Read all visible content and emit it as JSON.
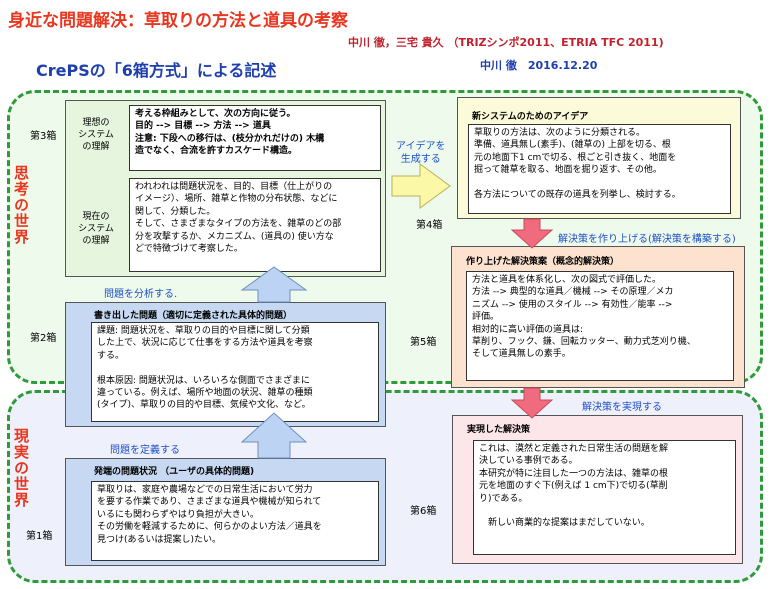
{
  "header": {
    "title": "身近な問題解決：草取りの方法と道具の考察",
    "authors": "中川 徹，三宅 貴久 （TRIZシンポ2011、ETRIA TFC 2011)",
    "subtitle": "CrePSの「6箱方式」による記述",
    "date": "中川 徹　2016.12.20"
  },
  "regions": {
    "think": "思考の世界",
    "real": "現実の世界"
  },
  "box3": {
    "label": "第3箱",
    "ideal_side": "理想の\nシステム\nの理解",
    "ideal_text": "考える枠組みとして、次の方向に従う。\n目的 --> 目標 --> 方法 --> 道具\n注意: 下段への移行は、(枝分かれだけの) 木構\n造でなく、合流を許すカスケード構造。",
    "current_side": "現在の\nシステム\nの理解",
    "current_text": "われわれは問題状況を、目的、目標（仕上がりの\nイメージ）、場所、雑草と作物の分布状態、などに\n関して、分類した。\nそして、さまざまなタイプの方法を、雑草のどの部\n分を攻撃するか、メカニズム、(道具の) 使い方な\nどで特徴づけて考察した。"
  },
  "box2": {
    "label": "第2箱",
    "header": "書き出した問題（適切に定義された具体的問題）",
    "text": "課題:  問題状況を、草取りの目的や目標に関して分類\nした上で、状況に応じて仕事をする方法や道具を考察\nする。\n\n根本原因:  問題状況は、いろいろな側面でさまざまに\n違っている。例えば、場所や地面の状況、雑草の種類\n(タイプ)、草取りの目的や目標、気候や文化、など。"
  },
  "box1": {
    "label": "第1箱",
    "header": "発端の問題状況 （ユーザの具体的問題)",
    "text": "草取りは、家庭や農場などでの日常生活において労力\nを要する作業であり、さまざまな道具や機械が知られて\nいるにも関わらずやはり負担が大きい。\nその労働を軽減するために、何らかのよい方法／道具を\n見つけ(あるいは提案し)たい。"
  },
  "box4": {
    "label": "第4箱",
    "header": "新システムのためのアイデア",
    "text": "草取りの方法は、次のように分類される。\n準備、道具無し(素手)、(雑草の) 上部を切る、根\n元の地面下1 cmで切る、根ごと引き抜く、地面を\n掘って雑草を取る、地面を掘り返す、その他。\n\n各方法についての既存の道具を列挙し、検討する。"
  },
  "box5": {
    "label": "第5箱",
    "header": "作り上げた解決策案（概念的解決策）",
    "text": "方法と道具を体系化し、次の図式で評価した。\n方法 --> 典型的な道具／機械 --> その原理／メカ\nニズム --> 使用のスタイル --> 有効性／能率 -->\n評価。\n相対的に高い評価の道具は:\n草削り、フック、鎌、回転カッター、動力式芝刈り機、\nそして道具無しの素手。"
  },
  "box6": {
    "label": "第6箱",
    "header": "実現した解決策",
    "text": "これは、漠然と定義された日常生活の問題を解\n決している事例である。\n本研究が特に注目した一つの方法は、雑草の根\n元を地面のすぐ下(例えば 1 cm下)で切る(草削\nり)である。\n\n　新しい商業的な提案はまだしていない。"
  },
  "arrows": {
    "define": "問題を定義する",
    "analyze": "問題を分析する.",
    "generate": "アイデアを\n生成する",
    "build": "解決策を作り上げる(解決策を構築する)",
    "realize": "解決策を実現する"
  },
  "colors": {
    "think_bg": "#eefbec",
    "real_bg": "#eef1fb",
    "green_box": "#e6f5de",
    "blue_box": "#c7d9f2",
    "yellow_box": "#fbfbd9",
    "orange_box": "#fde3cf",
    "red_box": "#fde6ea",
    "blue_arrow": "#bcd3f3",
    "pink_arrow": "#f06b7e",
    "yellow_arrow": "#fbf8a8"
  }
}
